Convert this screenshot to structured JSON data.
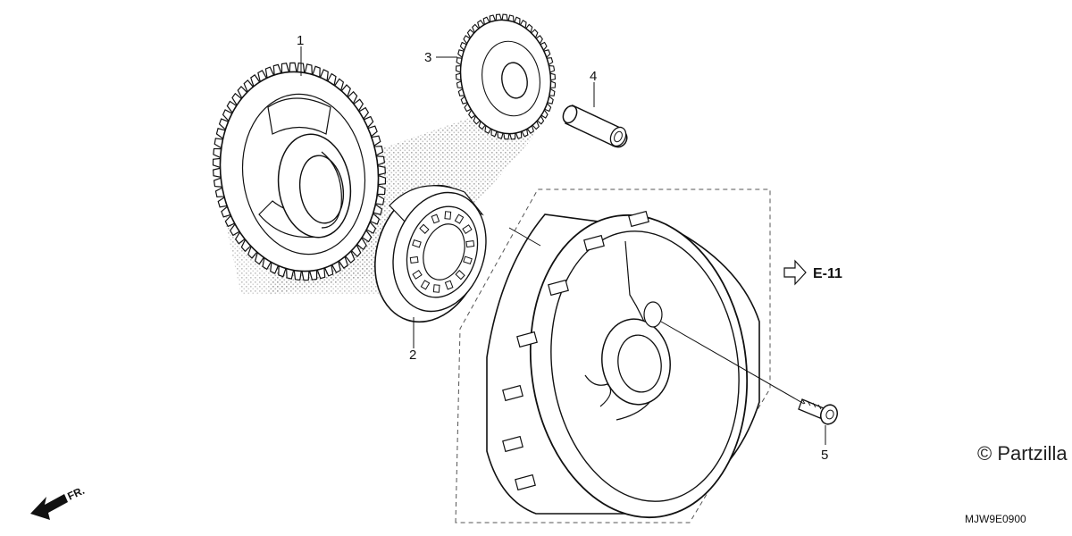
{
  "parts": [
    {
      "ref": "1"
    },
    {
      "ref": "2"
    },
    {
      "ref": "3"
    },
    {
      "ref": "4"
    },
    {
      "ref": "5"
    }
  ],
  "reference_link": {
    "label": "E-11"
  },
  "direction_label": "FR.",
  "diagram_code": "MJW9E0900",
  "watermark": "© Partzilla",
  "colors": {
    "line": "#111111",
    "background": "#ffffff",
    "shadow": "#bfbfbf"
  }
}
